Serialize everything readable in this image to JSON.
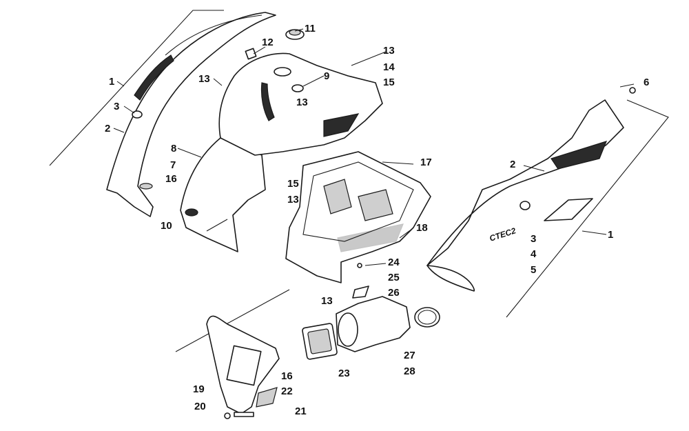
{
  "callouts": {
    "c1_left": "1",
    "c2_left": "2",
    "c3_left": "3",
    "c7": "7",
    "c16_left": "16",
    "c8": "8",
    "c10": "10",
    "c11": "11",
    "c12": "12",
    "c13_a": "13",
    "c13_b": "13",
    "c9": "9",
    "c13_c": "13",
    "c14": "14",
    "c15_a": "15",
    "c15_b": "15",
    "c13_d": "13",
    "c17": "17",
    "c18": "18",
    "c24": "24",
    "c25": "25",
    "c26": "26",
    "c13_e": "13",
    "c23": "23",
    "c27": "27",
    "c28": "28",
    "c16_b": "16",
    "c19": "19",
    "c22": "22",
    "c20": "20",
    "c21": "21",
    "c6": "6",
    "c2_right": "2",
    "c1_right": "1",
    "c3_right": "3",
    "c4": "4",
    "c5": "5"
  },
  "decal_text": "CTEC2"
}
